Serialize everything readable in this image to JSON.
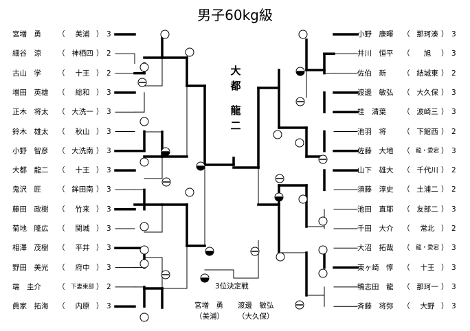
{
  "title": "男子60kg級",
  "champion": [
    "大",
    "都",
    "龍",
    "二"
  ],
  "third_place": {
    "label": "3位決定戦",
    "p1_name": "宮増　勇",
    "p1_school": "（美浦）",
    "p2_name": "渡邊　敏弘",
    "p2_school": "（大久保）"
  },
  "left": [
    {
      "name": "宮増　勇",
      "school": "美浦",
      "grade": "3"
    },
    {
      "name": "細谷　涼",
      "school": "神栖四",
      "grade": "2"
    },
    {
      "name": "古山　学",
      "school": "十王",
      "grade": "2"
    },
    {
      "name": "増田　英雄",
      "school": "総和",
      "grade": "3"
    },
    {
      "name": "正木　将太",
      "school": "大洗一",
      "grade": "3"
    },
    {
      "name": "鈴木　雄太",
      "school": "秋山",
      "grade": "3"
    },
    {
      "name": "小野　智彦",
      "school": "大洗南",
      "grade": "3"
    },
    {
      "name": "大都　龍二",
      "school": "十王",
      "grade": "3"
    },
    {
      "name": "鬼沢　匠",
      "school": "鉾田南",
      "grade": "3"
    },
    {
      "name": "藤田　政樹",
      "school": "竹来",
      "grade": "3"
    },
    {
      "name": "菊地　隆広",
      "school": "関城",
      "grade": "3"
    },
    {
      "name": "相澤　茂樹",
      "school": "平井",
      "grade": "3"
    },
    {
      "name": "野田　美光",
      "school": "府中",
      "grade": "3"
    },
    {
      "name": "端　圭介",
      "school": "下妻東部",
      "grade": "2"
    },
    {
      "name": "眞家　拓海",
      "school": "内原",
      "grade": "3"
    }
  ],
  "right": [
    {
      "name": "小野　康暉",
      "school": "那珂湊",
      "grade": "3"
    },
    {
      "name": "井川　恒平",
      "school": "旭",
      "grade": "3"
    },
    {
      "name": "佐伯　新",
      "school": "結城東",
      "grade": "2"
    },
    {
      "name": "渡邊　敏弘",
      "school": "大久保",
      "grade": "3"
    },
    {
      "name": "桂　清葉",
      "school": "波崎三",
      "grade": "3"
    },
    {
      "name": "池羽　将",
      "school": "下館西",
      "grade": "2"
    },
    {
      "name": "佐藤　大地",
      "school": "龍・愛宕",
      "grade": "3"
    },
    {
      "name": "山下　雄大",
      "school": "千代川",
      "grade": "2"
    },
    {
      "name": "須藤　淳史",
      "school": "土浦二",
      "grade": "2"
    },
    {
      "name": "池田　直耶",
      "school": "友部二",
      "grade": "3"
    },
    {
      "name": "千田　大介",
      "school": "常北",
      "grade": "2"
    },
    {
      "name": "大沼　拓哉",
      "school": "龍・愛宕",
      "grade": "3"
    },
    {
      "name": "東ヶ崎　惇",
      "school": "十王",
      "grade": "3"
    },
    {
      "name": "鴨志田　龍",
      "school": "那珂一",
      "grade": "3"
    },
    {
      "name": "斉藤　将弥",
      "school": "大野",
      "grade": "3"
    }
  ]
}
